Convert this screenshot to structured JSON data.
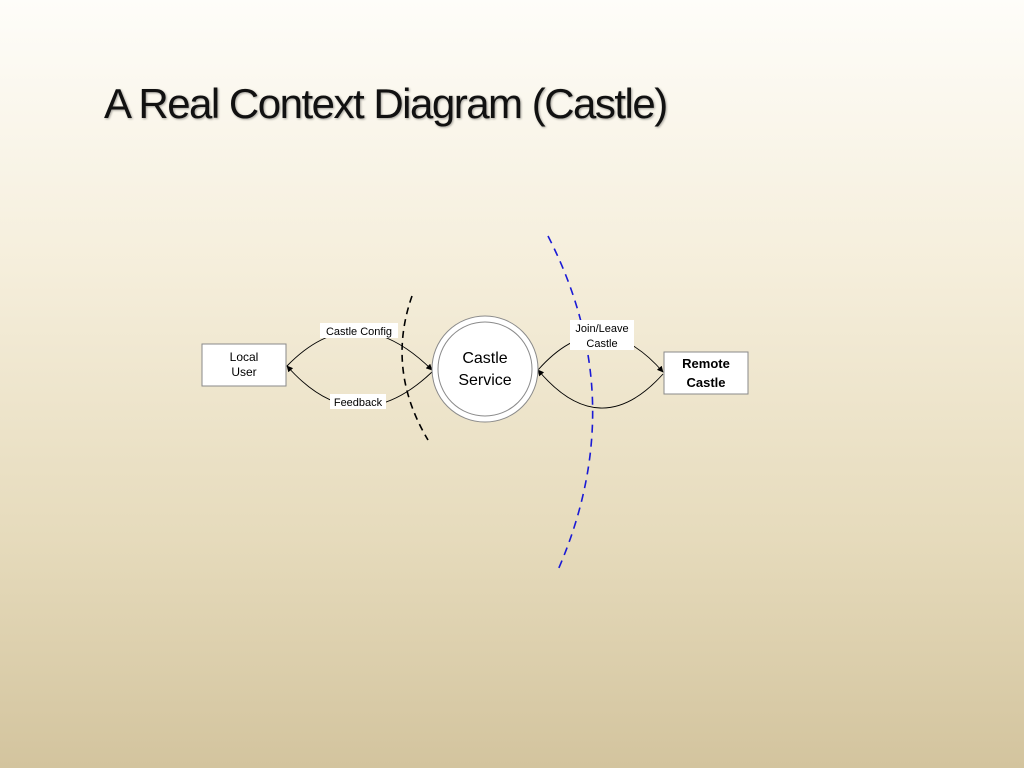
{
  "slide": {
    "title": "A Real Context Diagram (Castle)"
  },
  "diagram": {
    "local_user": [
      "Local",
      "User"
    ],
    "castle_service": [
      "Castle",
      "Service"
    ],
    "remote_castle": [
      "Remote",
      "Castle"
    ],
    "flows": {
      "castle_config": "Castle Config",
      "feedback": "Feedback",
      "join_leave": [
        "Join/Leave",
        "Castle"
      ]
    },
    "colors": {
      "local_boundary": "#000000",
      "remote_boundary": "#1a1ad6"
    }
  }
}
